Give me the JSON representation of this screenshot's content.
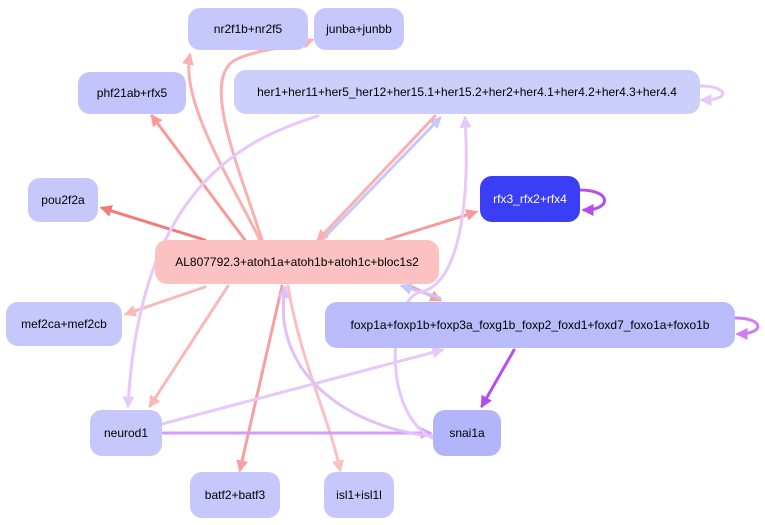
{
  "diagram": {
    "type": "directed-graph",
    "nodes": [
      {
        "id": "nr2f1b",
        "label": "nr2f1b+nr2f5",
        "fill": "#c6c8fb",
        "text": "#000000"
      },
      {
        "id": "junba",
        "label": "junba+junbb",
        "fill": "#c6c8fb",
        "text": "#000000"
      },
      {
        "id": "phf21ab",
        "label": "phf21ab+rfx5",
        "fill": "#c2c4fb",
        "text": "#000000"
      },
      {
        "id": "her1",
        "label": "her1+her11+her5_her12+her15.1+her15.2+her2+her4.1+her4.2+her4.3+her4.4",
        "fill": "#cdcffb",
        "text": "#000000"
      },
      {
        "id": "pou2f2a",
        "label": "pou2f2a",
        "fill": "#c6c8fb",
        "text": "#000000"
      },
      {
        "id": "rfx3",
        "label": "rfx3_rfx2+rfx4",
        "fill": "#3a3ef5",
        "text": "#ffffff"
      },
      {
        "id": "al807792",
        "label": "AL807792.3+atoh1a+atoh1b+atoh1c+bloc1s2",
        "fill": "#fcc2c2",
        "text": "#000000"
      },
      {
        "id": "mef2ca",
        "label": "mef2ca+mef2cb",
        "fill": "#c6c8fb",
        "text": "#000000"
      },
      {
        "id": "foxp1a",
        "label": "foxp1a+foxp1b+foxp3a_foxg1b_foxp2_foxd1+foxd7_foxo1a+foxo1b",
        "fill": "#b9bbfa",
        "text": "#000000"
      },
      {
        "id": "neurod1",
        "label": "neurod1",
        "fill": "#c6c8fb",
        "text": "#000000"
      },
      {
        "id": "snai1a",
        "label": "snai1a",
        "fill": "#b2b5fa",
        "text": "#000000"
      },
      {
        "id": "batf2",
        "label": "batf2+batf3",
        "fill": "#c6c8fb",
        "text": "#000000"
      },
      {
        "id": "isl1",
        "label": "isl1+isl1l",
        "fill": "#c6c8fb",
        "text": "#000000"
      }
    ],
    "edges": [
      {
        "from": "al807792",
        "to": "nr2f1b",
        "color": "#fbb0b0"
      },
      {
        "from": "al807792",
        "to": "junba",
        "color": "#fbb0b0"
      },
      {
        "from": "al807792",
        "to": "phf21ab",
        "color": "#f89a9a"
      },
      {
        "from": "al807792",
        "to": "her1",
        "color": "#c6c8fb"
      },
      {
        "from": "her1",
        "to": "al807792",
        "color": "#fbb0b0"
      },
      {
        "from": "al807792",
        "to": "pou2f2a",
        "color": "#f47a7a"
      },
      {
        "from": "al807792",
        "to": "rfx3",
        "color": "#f89a9a"
      },
      {
        "from": "al807792",
        "to": "mef2ca",
        "color": "#fbb8b8"
      },
      {
        "from": "al807792",
        "to": "foxp1a",
        "color": "#f8a0a0"
      },
      {
        "from": "foxp1a",
        "to": "al807792",
        "color": "#c6c8fb"
      },
      {
        "from": "al807792",
        "to": "neurod1",
        "color": "#fbb8b8"
      },
      {
        "from": "al807792",
        "to": "batf2",
        "color": "#f8a0a0"
      },
      {
        "from": "al807792",
        "to": "isl1",
        "color": "#fbc0c0"
      },
      {
        "from": "her1",
        "to": "neurod1",
        "color": "#e8c8fb"
      },
      {
        "from": "her1",
        "to": "her1",
        "color": "#e8c8fb"
      },
      {
        "from": "rfx3",
        "to": "rfx3",
        "color": "#b44ef0"
      },
      {
        "from": "foxp1a",
        "to": "foxp1a",
        "color": "#d07cf5"
      },
      {
        "from": "foxp1a",
        "to": "snai1a",
        "color": "#b44ef0"
      },
      {
        "from": "neurod1",
        "to": "foxp1a",
        "color": "#e8c8fb"
      },
      {
        "from": "neurod1",
        "to": "snai1a",
        "color": "#d69cf7"
      },
      {
        "from": "snai1a",
        "to": "al807792",
        "color": "#e0c0fb"
      },
      {
        "from": "snai1a",
        "to": "her1",
        "color": "#e8c8fb"
      }
    ]
  }
}
